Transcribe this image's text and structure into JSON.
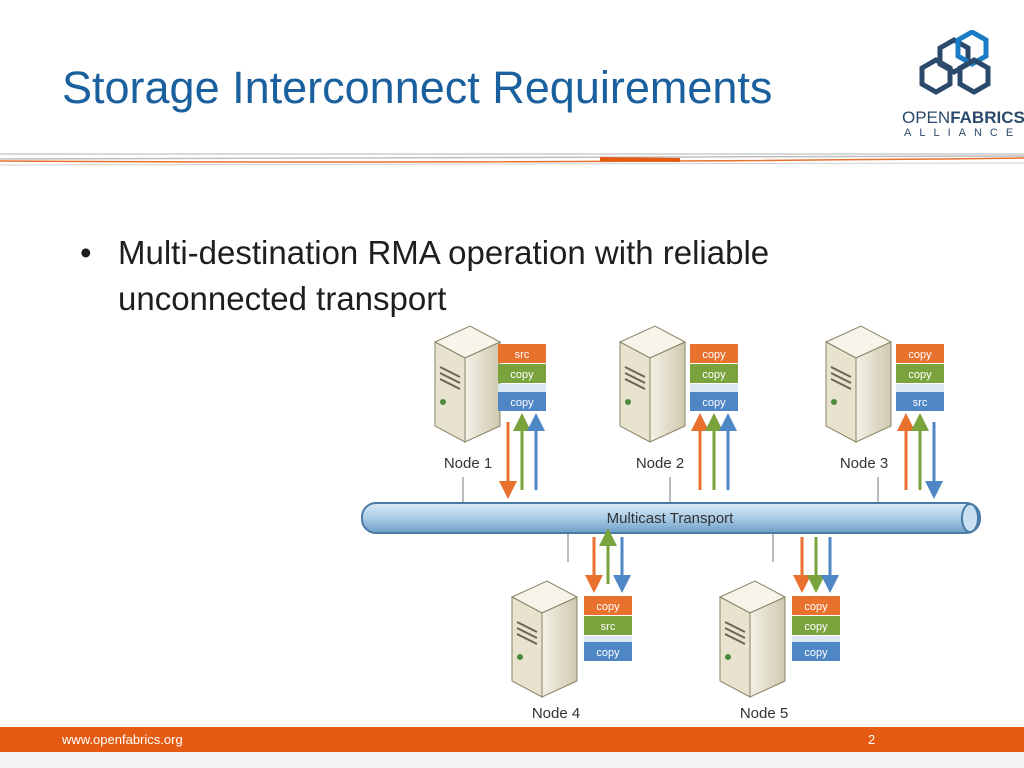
{
  "slide": {
    "title": "Storage Interconnect Requirements",
    "bullet": "Multi-destination RMA operation with reliable unconnected transport",
    "footer_url": "www.openfabrics.org",
    "page_number": "2"
  },
  "logo": {
    "open": "OPEN",
    "fabrics": "FABRICS",
    "alliance": "ALLIANCE"
  },
  "colors": {
    "title": "#1a5f9e",
    "footer": "#e55b13",
    "src_block": "#e8712e",
    "copy_orange": "#e8712e",
    "copy_green": "#7aa33e",
    "copy_blue": "#4f86c6",
    "transport": "#a9cbe6"
  },
  "diagram": {
    "transport_label": "Multicast Transport",
    "nodes": [
      {
        "label": "Node 1",
        "blocks": [
          "src",
          "copy",
          "copy"
        ]
      },
      {
        "label": "Node 2",
        "blocks": [
          "copy",
          "copy",
          "copy"
        ]
      },
      {
        "label": "Node 3",
        "blocks": [
          "copy",
          "copy",
          "src"
        ]
      },
      {
        "label": "Node 4",
        "blocks": [
          "copy",
          "src",
          "copy"
        ]
      },
      {
        "label": "Node 5",
        "blocks": [
          "copy",
          "copy",
          "copy"
        ]
      }
    ]
  }
}
